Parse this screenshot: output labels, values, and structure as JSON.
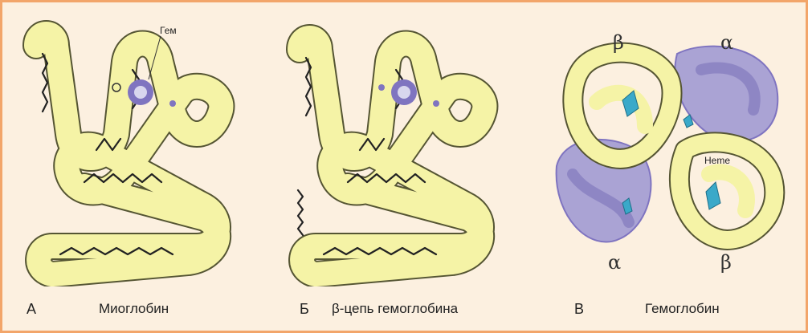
{
  "panels": [
    {
      "letter": "А",
      "caption": "Миоглобин",
      "label": "Гем"
    },
    {
      "letter": "Б",
      "caption": "β-цепь гемоглобина"
    },
    {
      "letter": "В",
      "caption": "Гемоглобин",
      "label": "Heme",
      "subunits": {
        "top_left": "β",
        "top_right": "α",
        "bottom_left": "α",
        "bottom_right": "β"
      }
    }
  ],
  "colors": {
    "border": "#f2a56a",
    "background": "#fcf0e0",
    "tube": "#f5f3a6",
    "tube_outline": "#555533",
    "heme": "#7f74c0",
    "alpha_subunit": "#aaa3d4",
    "heme_plate": "#3aa9c9"
  }
}
